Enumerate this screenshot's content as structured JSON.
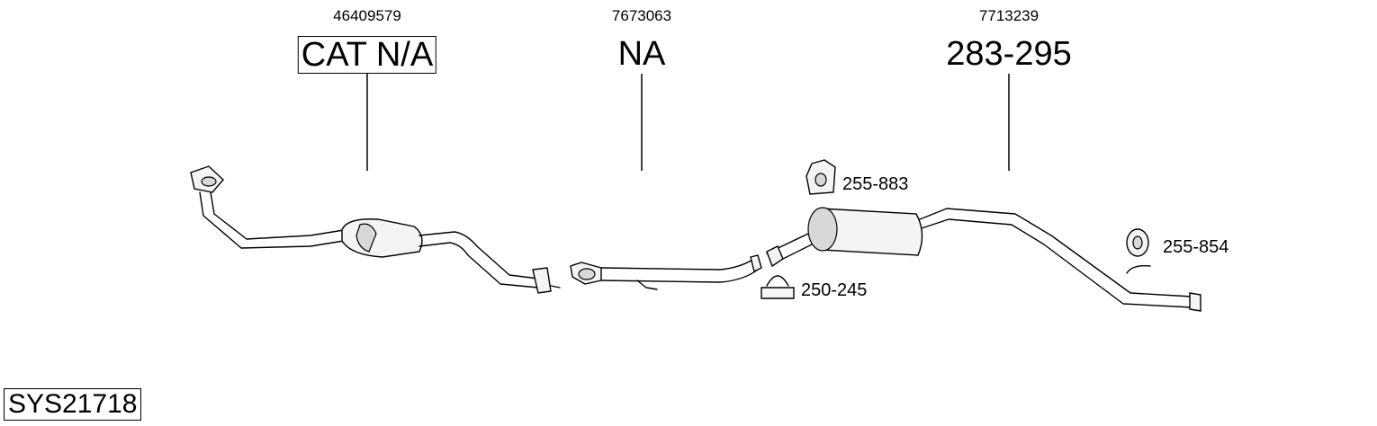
{
  "system_code": "SYS21718",
  "parts": [
    {
      "oem": "46409579",
      "number": "CAT N/A"
    },
    {
      "oem": "7673063",
      "number": "NA"
    },
    {
      "oem": "7713239",
      "number": "283-295"
    }
  ],
  "accessories": [
    {
      "number": "255-883",
      "icon": "rubber-hanger-icon"
    },
    {
      "number": "250-245",
      "icon": "u-bolt-clamp-icon"
    },
    {
      "number": "255-854",
      "icon": "rubber-ring-hanger-icon"
    }
  ]
}
